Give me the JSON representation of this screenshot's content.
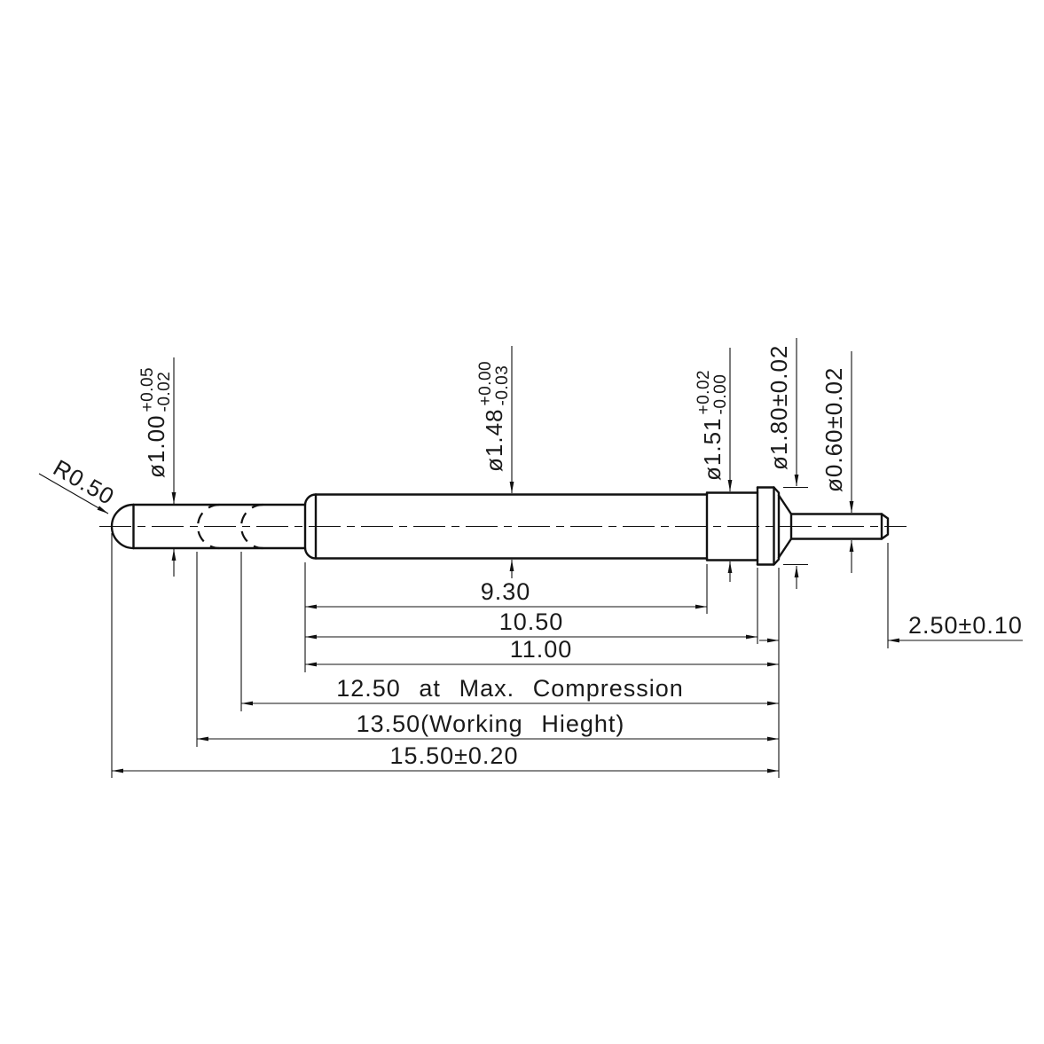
{
  "drawing": {
    "title": "Spring-loaded pogo pin dimensional drawing",
    "radius_label": "R0.50",
    "dia_labels": [
      {
        "main": "ø1.00",
        "tol_top": "+0.05",
        "tol_bot": "-0.02"
      },
      {
        "main": "ø1.48",
        "tol_top": "+0.00",
        "tol_bot": "-0.03"
      },
      {
        "main": "ø1.51",
        "tol_top": "+0.02",
        "tol_bot": "-0.00"
      },
      {
        "main": "ø1.80±0.02"
      },
      {
        "main": "ø0.60±0.02"
      }
    ],
    "length_dims": [
      {
        "label": "9.30"
      },
      {
        "label": "10.50"
      },
      {
        "label": "11.00"
      },
      {
        "label": "12.50 at Max. Compression"
      },
      {
        "label": "13.50(Working Hieght)"
      },
      {
        "label": "15.50±0.20"
      },
      {
        "label": "2.50±0.10"
      }
    ]
  }
}
